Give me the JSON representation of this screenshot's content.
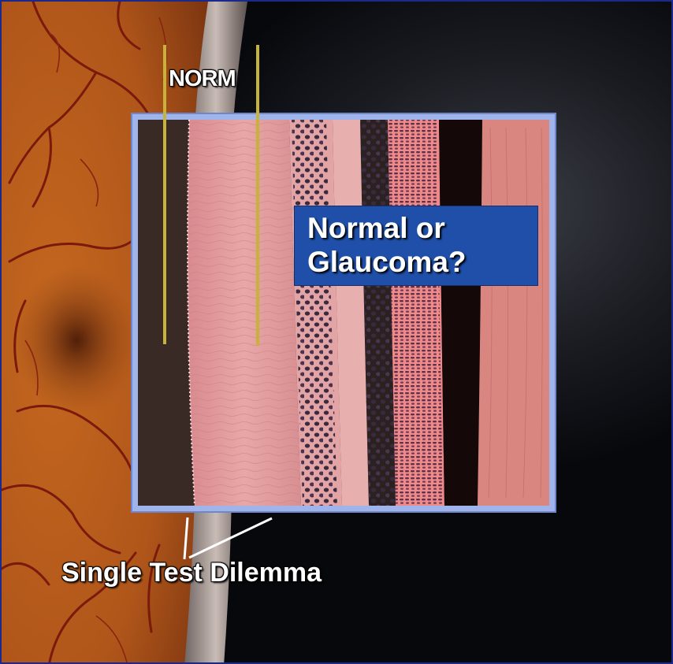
{
  "labels": {
    "norm": "NORM",
    "question": "Normal or\nGlaucoma?",
    "caption": "Single Test Dilemma"
  },
  "colors": {
    "frame_border": "#1b2a8a",
    "inset_border": "#8fa6e0",
    "question_box": "#1f4fa8",
    "marker_lines": "#c9b23a",
    "callout_lines": "#ffffff"
  }
}
